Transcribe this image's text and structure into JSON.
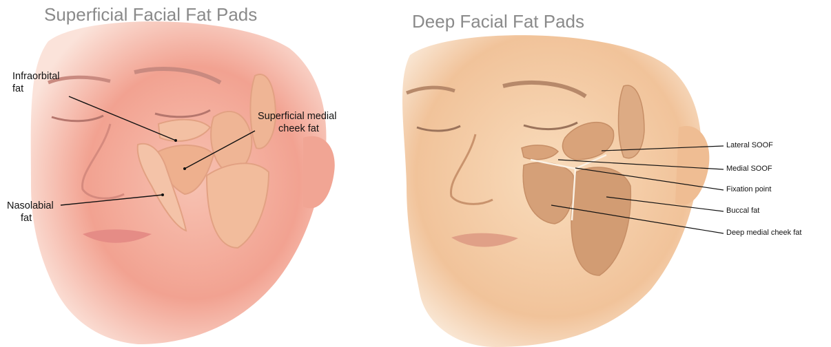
{
  "panels": {
    "superficial": {
      "title": "Superficial Facial Fat Pads",
      "labels": {
        "infraorbital": [
          "Infraorbital",
          "fat"
        ],
        "superficial_medial_cheek": [
          "Superficial medial",
          "cheek fat"
        ],
        "nasolabial": [
          "Nasolabial",
          "fat"
        ]
      }
    },
    "deep": {
      "title": "Deep Facial Fat Pads",
      "labels": {
        "lateral_soof": "Lateral SOOF",
        "medial_soof": "Medial SOOF",
        "fixation_point": "Fixation point",
        "buccal_fat": "Buccal fat",
        "deep_medial_cheek": "Deep medial cheek fat"
      }
    }
  },
  "colors": {
    "superficial_skin": "#f6b6a6",
    "superficial_flush": "#ee8f80",
    "deep_skin": "#f7d6b3",
    "fat_pad": "#d9a37a",
    "title_gray": "#8a8a8a",
    "leader_line": "#111111"
  }
}
